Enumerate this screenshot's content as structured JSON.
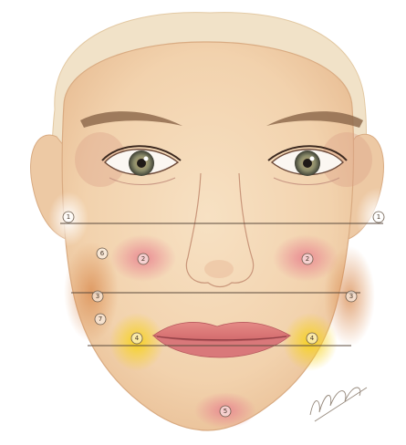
{
  "figure": {
    "markers": [
      {
        "id": "m1-left",
        "label": "1"
      },
      {
        "id": "m1-right",
        "label": "1"
      },
      {
        "id": "m2-left",
        "label": "2"
      },
      {
        "id": "m2-right",
        "label": "2"
      },
      {
        "id": "m3-left",
        "label": "3"
      },
      {
        "id": "m3-right",
        "label": "3"
      },
      {
        "id": "m4-left",
        "label": "4"
      },
      {
        "id": "m4-right",
        "label": "4"
      },
      {
        "id": "m5",
        "label": "5"
      },
      {
        "id": "m6",
        "label": "6"
      },
      {
        "id": "m7",
        "label": "7"
      }
    ],
    "zone_colors": {
      "zone1_highlight": "#ffffff",
      "zone2_cheek_blush": "#e8808e",
      "zone3_jaw_contour": "#d98a4e",
      "zone4_chin_corners": "#f7d21c",
      "zone5_chin": "#e8808e",
      "skin": "#f3d6b4",
      "hair": "#f1e2c8"
    }
  }
}
